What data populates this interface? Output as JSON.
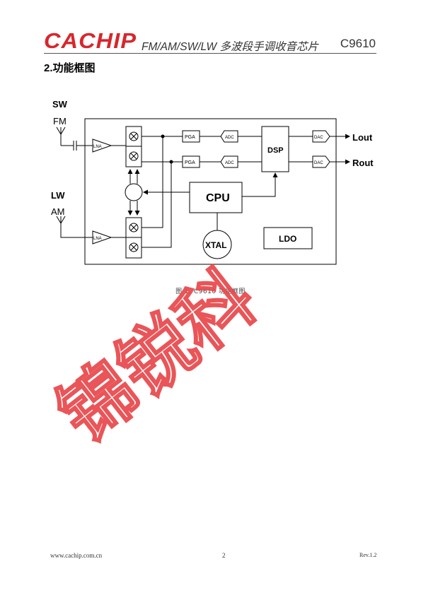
{
  "header": {
    "logo_text": "CACHIP",
    "title": "FM/AM/SW/LW 多波段手调收音芯片",
    "model": "C9610"
  },
  "section": {
    "title": "2.功能框图"
  },
  "diagram": {
    "labels": {
      "sw": "SW",
      "fm": "FM",
      "lw": "LW",
      "am": "AM",
      "lna_top": "LNA",
      "lna_bottom": "LNA",
      "pga_top": "PGA",
      "pga_bottom": "PGA",
      "adc_top": "ADC",
      "adc_bottom": "ADC",
      "dsp": "DSP",
      "dac_top": "DAC",
      "dac_bottom": "DAC",
      "lout": "Lout",
      "rout": "Rout",
      "cpu": "CPU",
      "xtal": "XTAL",
      "ldo": "LDO"
    },
    "caption": "图 1.    C9610 功能框图"
  },
  "watermark": {
    "text": "锦锐科",
    "color": "#e8474a"
  },
  "footer": {
    "url": "www.cachip.com.cn",
    "page": "2",
    "revision": "Rev.1.2"
  }
}
